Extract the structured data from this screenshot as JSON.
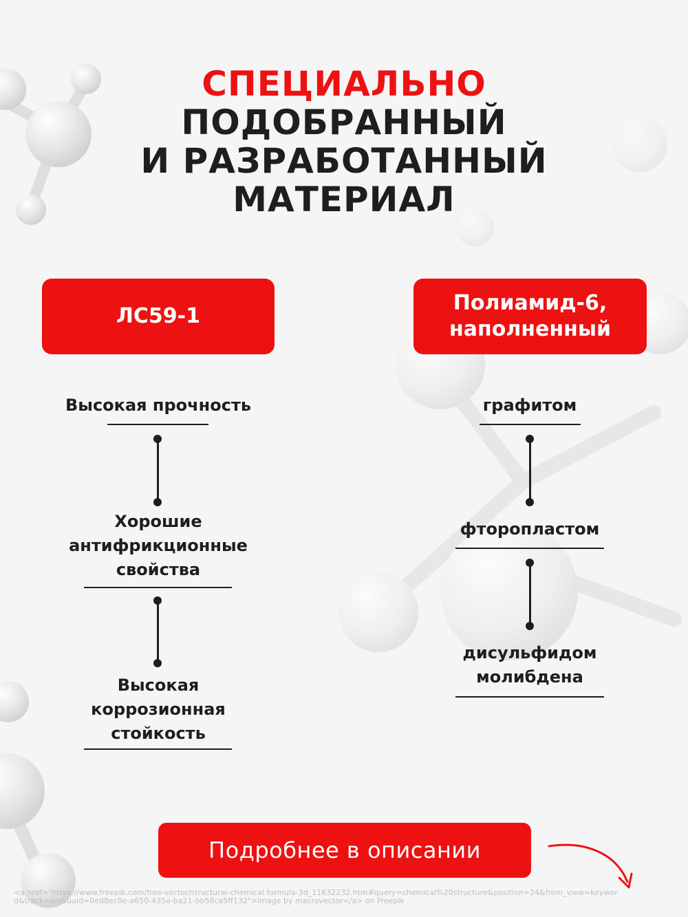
{
  "title": {
    "line1": "СПЕЦИАЛЬНО",
    "line2": "ПОДОБРАННЫЙ",
    "line3": "И РАЗРАБОТАННЫЙ",
    "line4": "МАТЕРИАЛ"
  },
  "left": {
    "header": "ЛС59-1",
    "items": [
      "Высокая прочность",
      "Хорошие антифрикционные свойства",
      "Высокая коррозионная стойкость"
    ]
  },
  "right": {
    "header": "Полиамид-6, наполненный",
    "items": [
      "графитом",
      "фторопластом",
      "дисульфидом молибдена"
    ]
  },
  "cta": {
    "label": "Подробнее в описании"
  },
  "credit": "<a href=\"https://www.freepik.com/free-vector/structural-chemical formula-3d_11632232.htm#query=chemical%20structure&position=24&from_view=keyword&track=ais&uuid=0ed8ec0e-a650-435e-ba21-bb58ca5ff132\">Image by macrovector</a> on Freepik",
  "colors": {
    "accent": "#ee1111",
    "text": "#1e1e1e",
    "background": "#f4f4f4"
  },
  "icons": {
    "cta_arrow": "curved-arrow-icon",
    "background": "molecule-graphic"
  }
}
